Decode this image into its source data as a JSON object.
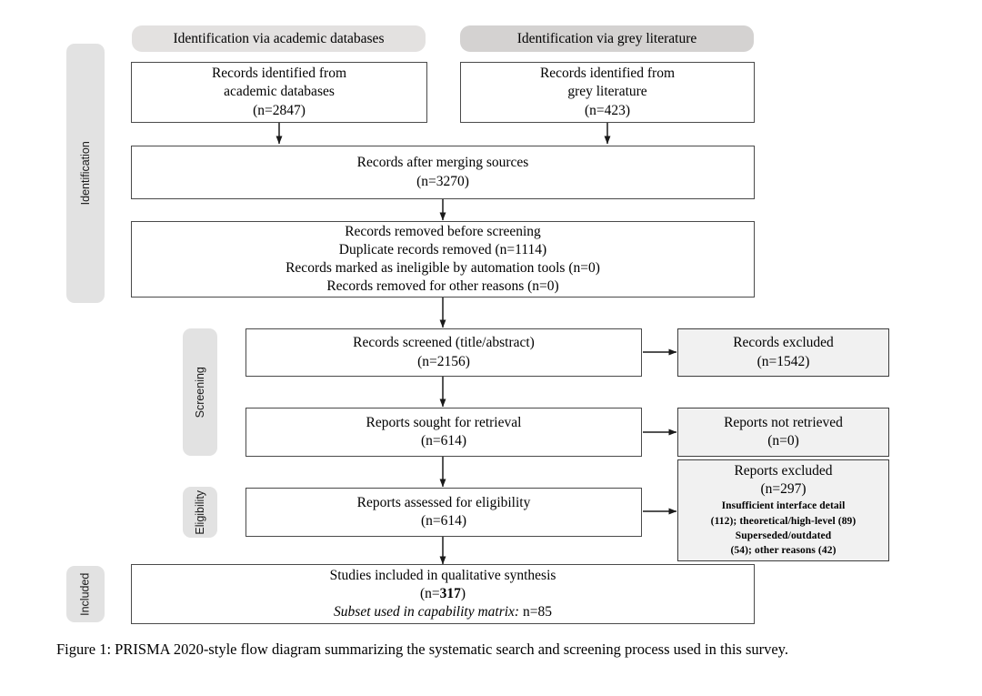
{
  "figure": {
    "caption": "Figure 1: PRISMA 2020-style flow diagram summarizing the systematic search and screening process used in this survey."
  },
  "stages": [
    {
      "label": "Identification"
    },
    {
      "label": "Screening"
    },
    {
      "label": "Eligibility"
    },
    {
      "label": "Included"
    }
  ],
  "headers": [
    {
      "label": "Identification via academic databases"
    },
    {
      "label": "Identification via grey literature"
    }
  ],
  "boxes": {
    "records_academic": {
      "line1": "Records identified from",
      "line2": "academic databases",
      "line3": "(n=2847)"
    },
    "records_grey": {
      "line1": "Records identified from",
      "line2": "grey literature",
      "line3": "(n=423)"
    },
    "records_merged": {
      "line1": "Records after merging sources",
      "line2": "(n=3270)"
    },
    "records_removed": {
      "line1": "Records removed before screening",
      "line2": "Duplicate records removed (n=1114)",
      "line3": "Records marked as ineligible by automation tools (n=0)",
      "line4": "Records removed for other reasons (n=0)"
    },
    "records_screened": {
      "line1": "Records screened (title/abstract)",
      "line2": "(n=2156)"
    },
    "records_excluded": {
      "line1": "Records excluded",
      "line2": "(n=1542)"
    },
    "reports_sought": {
      "line1": "Reports sought for retrieval",
      "line2": "(n=614)"
    },
    "reports_not_retrieved": {
      "line1": "Reports not retrieved",
      "line2": "(n=0)"
    },
    "reports_assessed": {
      "line1": "Reports assessed for eligibility",
      "line2": "(n=614)"
    },
    "reports_excluded": {
      "line1": "Reports excluded",
      "line2": "(n=297)",
      "line3": "Insufficient interface detail",
      "line4": "(112); theoretical/high-level (89)",
      "line5": "Superseded/outdated",
      "line6": "(54); other reasons (42)"
    },
    "studies_included": {
      "line1": "Studies included in qualitative synthesis",
      "line2_prefix": "(n=",
      "line2_value": "317",
      "line2_suffix": ")",
      "line3_italic": "Subset used in capability matrix:",
      "line3_value": "n=85"
    }
  },
  "colors": {
    "box_border": "#4a4a4a",
    "box_fill": "#ffffff",
    "shaded_fill": "#f1f1f1",
    "stage_pill": "#e2e2e2",
    "header_pill_light": "#e3e1e0",
    "header_pill_dark": "#d4d2d1",
    "connector": "#1a1a1a",
    "text": "#000000"
  }
}
